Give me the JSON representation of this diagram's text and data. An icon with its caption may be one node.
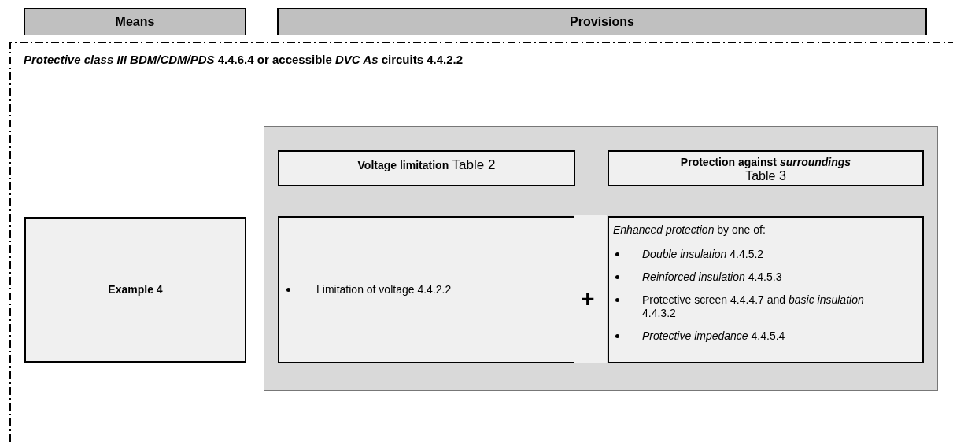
{
  "diagram": {
    "nodes": [
      {
        "text": [
          "Means"
        ]
      },
      {
        "text": [
          "Provisions"
        ]
      },
      {
        "text": [
          "*Protective class III BDM/CDM/PDS* 4.4.6.4 or accessible *DVC As* circuits 4.4.2.2"
        ]
      },
      {
        "text": [],
        "shape": "box",
        "in": 2
      },
      {
        "text": [
          "**Voltage limitation** Table 2"
        ],
        "in": 3
      },
      {
        "text": [
          "Protection against *surroundings*",
          "Table 3"
        ],
        "in": 3
      },
      {
        "text": [
          "Example 4"
        ],
        "in": 2
      },
      {
        "text": [
          "Limitation of voltage 4.4.2.2"
        ],
        "in": 3
      },
      {
        "text": [
          "*Enhanced protection* by one of:",
          "*Double insulation* 4.4.5.2",
          "*Reinforced insulation* 4.4.5.3",
          "Protective screen 4.4.4.7 and *basic insulation* 4.4.3.2",
          "*Protective impedance* 4.4.5.4"
        ],
        "in": 3
      }
    ],
    "edges": [],
    "labels": [
      "+"
    ]
  }
}
